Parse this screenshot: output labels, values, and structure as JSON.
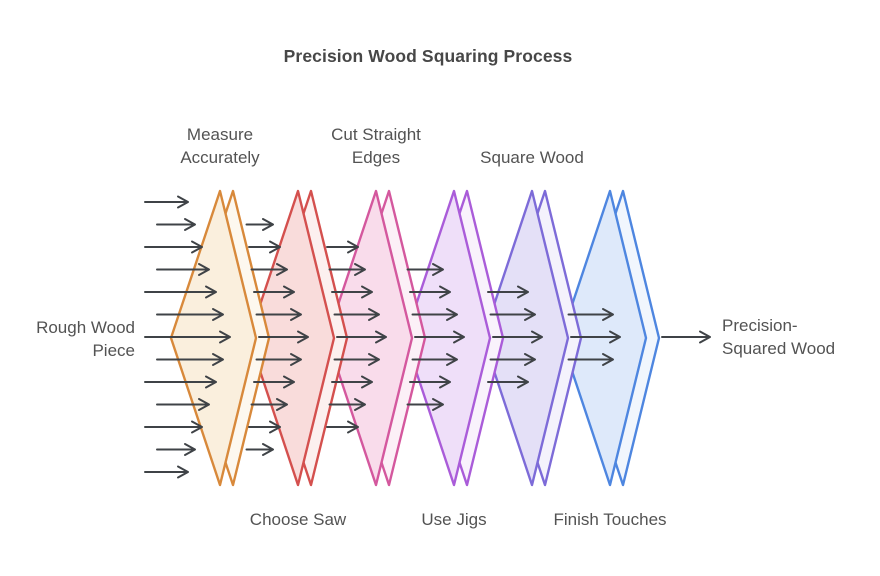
{
  "title": "Precision Wood Squaring Process",
  "input_label": "Rough Wood\nPiece",
  "output_label": "Precision-\nSquared Wood",
  "stages": [
    {
      "name": "measure-accurately",
      "label": "Measure\nAccurately",
      "label_position": "top",
      "stroke": "#D8893B",
      "fill": "#FAEFDD",
      "edge_fill": "#FDF8EF",
      "arrows_in": 13
    },
    {
      "name": "choose-saw",
      "label": "Choose Saw",
      "label_position": "bottom",
      "stroke": "#D4504E",
      "fill": "#F9DCDB",
      "edge_fill": "#FCF0EF",
      "arrows_in": 11
    },
    {
      "name": "cut-straight-edges",
      "label": "Cut Straight\nEdges",
      "label_position": "top",
      "stroke": "#D4589E",
      "fill": "#F9DCEB",
      "edge_fill": "#FCF0F7",
      "arrows_in": 9
    },
    {
      "name": "use-jigs",
      "label": "Use Jigs",
      "label_position": "bottom",
      "stroke": "#AA5CD9",
      "fill": "#EFDFF9",
      "edge_fill": "#F9F2FC",
      "arrows_in": 7
    },
    {
      "name": "square-wood",
      "label": "Square Wood",
      "label_position": "top",
      "stroke": "#7D6BD8",
      "fill": "#E4E0F7",
      "edge_fill": "#F4F2FC",
      "arrows_in": 5
    },
    {
      "name": "finish-touches",
      "label": "Finish Touches",
      "label_position": "bottom",
      "stroke": "#4E86E0",
      "fill": "#DEE9FA",
      "edge_fill": "#F1F6FD",
      "arrows_in": 3
    }
  ],
  "output_arrows": 1,
  "colors": {
    "arrow": "#3F4347",
    "label_text": "#535353",
    "title_text": "#474747",
    "background": "#FFFFFF"
  }
}
